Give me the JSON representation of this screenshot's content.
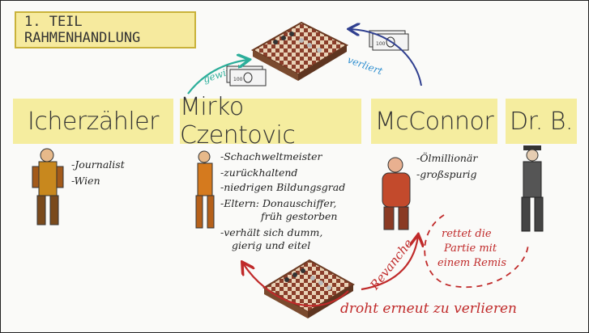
{
  "title": "1. TEIL RAHMENHANDLUNG",
  "characters": [
    {
      "name": "Icherzähler",
      "notes": [
        "-Journalist",
        "-Wien"
      ]
    },
    {
      "name": "Mirko Czentovic",
      "notes": [
        "-Schachweltmeister",
        "-zurückhaltend",
        "-niedrigen Bildungsgrad",
        "-Eltern: Donauschiffer,",
        "früh gestorben",
        "-verhält sich dumm,",
        "gierig und eitel"
      ]
    },
    {
      "name": "McConnor",
      "notes": [
        "-Ölmillionär",
        "-großspurig"
      ]
    },
    {
      "name": "Dr. B.",
      "notes": []
    }
  ],
  "arrows": {
    "gewinnt": "gewinnt",
    "verliert": "verliert",
    "revanche": "Revanche",
    "rettet": [
      "rettet die",
      "Partie mit",
      "einem Remis"
    ],
    "droht": "droht erneut zu verlieren"
  },
  "money_labels": [
    "100",
    "100"
  ],
  "colors": {
    "card": "#f5ed9f",
    "title_bg": "#f6ea9e",
    "teal": "#2cae9a",
    "blue": "#2f8fd0",
    "red": "#c02a2a"
  }
}
